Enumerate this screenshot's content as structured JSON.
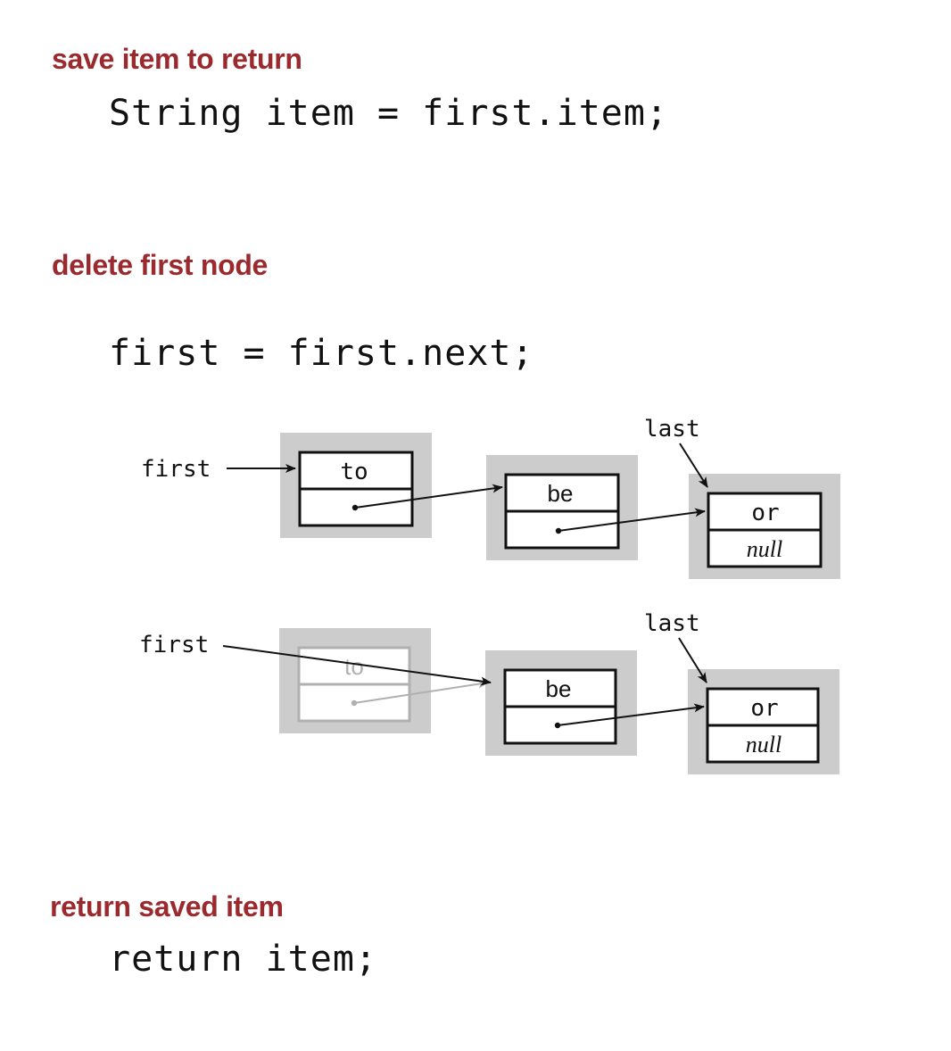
{
  "sections": [
    {
      "heading": "save item to return",
      "code": "String item = first.item;"
    },
    {
      "heading": "delete first node",
      "code": "first = first.next;"
    },
    {
      "heading": "return saved item",
      "code": "return item;"
    }
  ],
  "diagram": {
    "before": {
      "first_label": "first",
      "last_label": "last",
      "nodes": [
        {
          "item": "to",
          "next": ""
        },
        {
          "item": "be",
          "next": ""
        },
        {
          "item": "or",
          "next": "null"
        }
      ]
    },
    "after": {
      "first_label": "first",
      "last_label": "last",
      "nodes": [
        {
          "item": "to",
          "next": "",
          "removed": true
        },
        {
          "item": "be",
          "next": ""
        },
        {
          "item": "or",
          "next": "null"
        }
      ]
    }
  },
  "colors": {
    "heading": "#9b2a2f",
    "node_frame": "#cccccc",
    "stroke": "#111111",
    "faded": "#b0b0b0"
  }
}
